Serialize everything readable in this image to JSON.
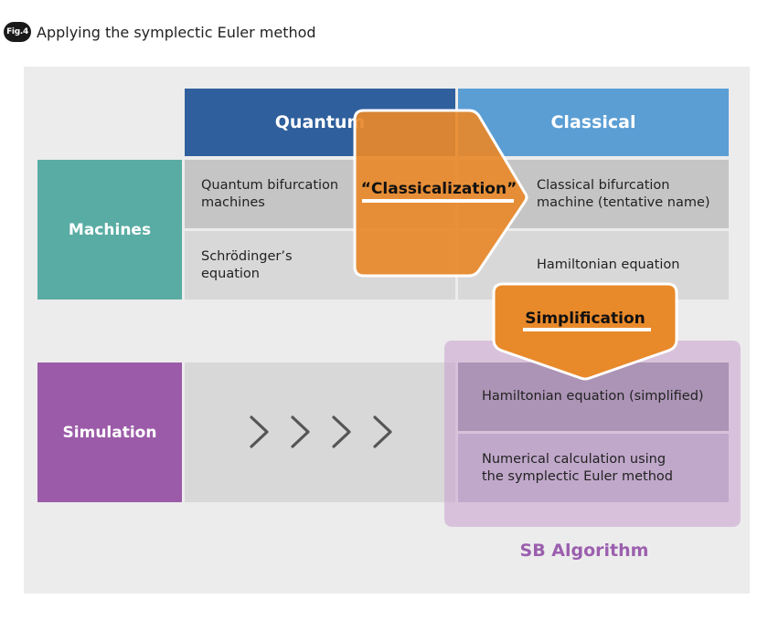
{
  "figure": {
    "badge": "Fig.4",
    "title": "Applying the symplectic Euler method"
  },
  "columns": {
    "quantum": "Quantum",
    "classical": "Classical"
  },
  "rows": {
    "machines": "Machines",
    "simulation": "Simulation"
  },
  "cells": {
    "quantum_machines": "Quantum bifurcation\nmachines",
    "quantum_equation": "Schrödinger’s\nequation",
    "classical_machines": "Classical bifurcation\nmachine (tentative name)",
    "classical_equation": "Hamiltonian equation",
    "sim_hamiltonian": "Hamiltonian equation (simplified)",
    "sim_numerical": "Numerical calculation using\nthe symplectic Euler method"
  },
  "arrows": {
    "classicalization": "“Classicalization”",
    "simplification": "Simplification"
  },
  "sb_algorithm": "SB Algorithm",
  "colors": {
    "quantum_header": "#2f5f9c",
    "classical_header": "#5b9ed4",
    "machines_label": "#59aca3",
    "simulation_label": "#9b5ba8",
    "orange_arrow": "#e8892a",
    "sb_purple": "#9b5fae"
  },
  "icons": [
    "chevron-right-icon",
    "chevron-right-icon",
    "chevron-right-icon",
    "chevron-right-icon"
  ]
}
